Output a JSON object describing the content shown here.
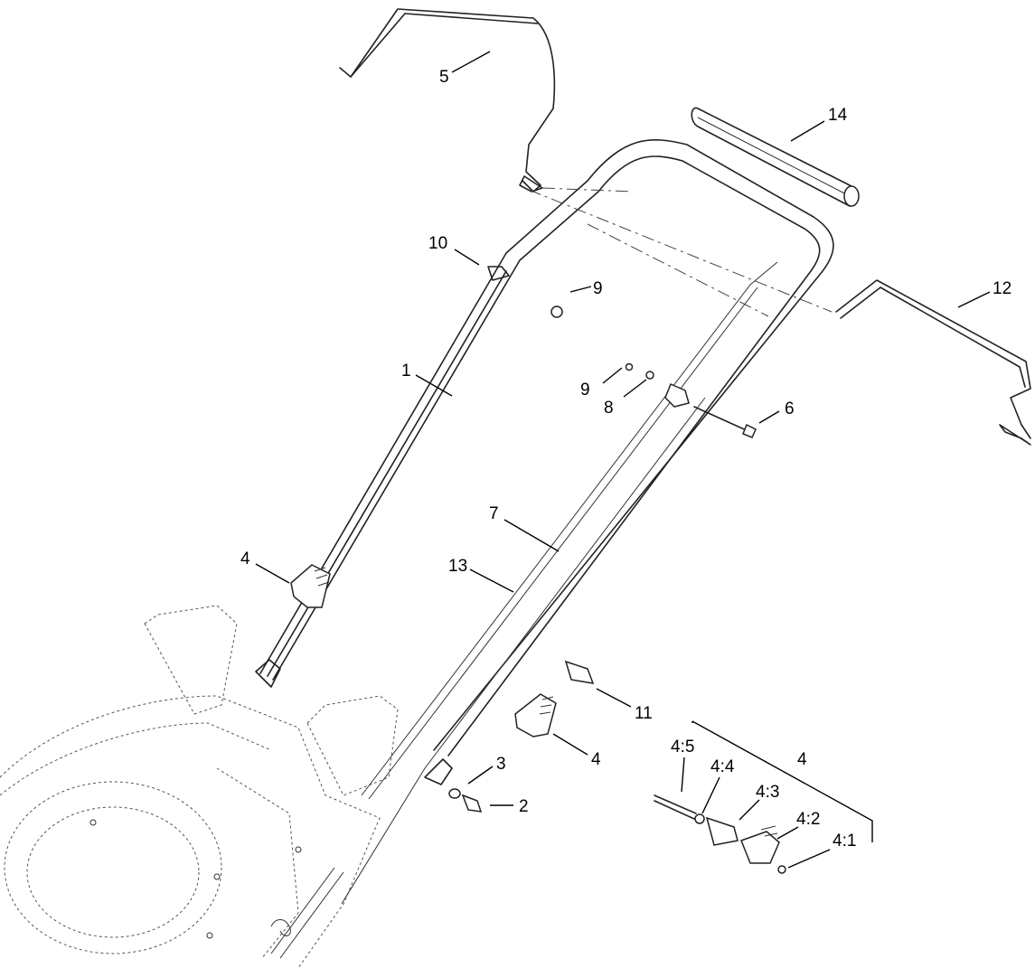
{
  "callouts": {
    "c1": "1",
    "c2": "2",
    "c3": "3",
    "c4_left": "4",
    "c4_right": "4",
    "c4_kit": "4",
    "c5": "5",
    "c6": "6",
    "c7": "7",
    "c8": "8",
    "c9_top": "9",
    "c9_mid": "9",
    "c10": "10",
    "c11": "11",
    "c12": "12",
    "c13": "13",
    "c14": "14",
    "c4_1": "4:1",
    "c4_2": "4:2",
    "c4_3": "4:3",
    "c4_4": "4:4",
    "c4_5": "4:5"
  }
}
